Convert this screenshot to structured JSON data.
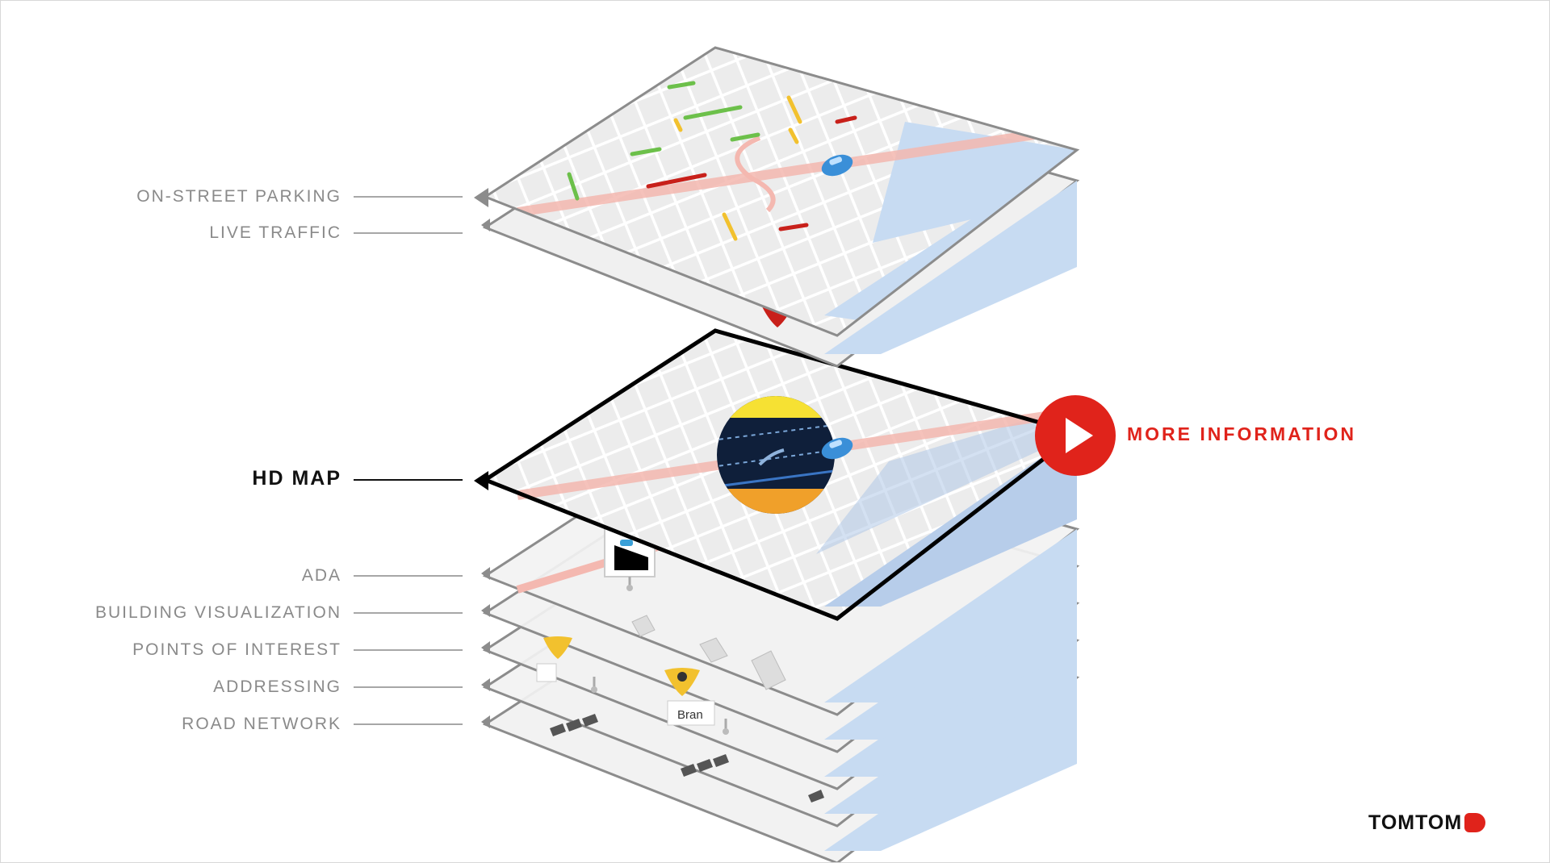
{
  "layers_top": [
    {
      "id": "on-street-parking",
      "label": "ON-STREET PARKING"
    },
    {
      "id": "live-traffic",
      "label": "LIVE TRAFFIC"
    }
  ],
  "hd_map": {
    "label": "HD MAP"
  },
  "layers_bottom": [
    {
      "id": "ada",
      "label": "ADA"
    },
    {
      "id": "building-visualization",
      "label": "BUILDING VISUALIZATION"
    },
    {
      "id": "points-of-interest",
      "label": "POINTS OF INTEREST"
    },
    {
      "id": "addressing",
      "label": "ADDRESSING"
    },
    {
      "id": "road-network",
      "label": "ROAD NETWORK"
    }
  ],
  "call_to_action": {
    "label": "MORE INFORMATION",
    "icon": "play-icon"
  },
  "poi_label": "Bran",
  "brand": {
    "name": "TOMTOM",
    "icon": "tomtom-hand-icon"
  },
  "colors": {
    "accent": "#e0231b",
    "water": "#c7dbf2",
    "land": "#ececec",
    "road": "#ffffff",
    "traffic_free": "#6cc04a",
    "traffic_slow": "#f2c12e",
    "traffic_jam": "#c8201a",
    "label_inactive": "#8a8a8a",
    "label_active": "#111111"
  }
}
